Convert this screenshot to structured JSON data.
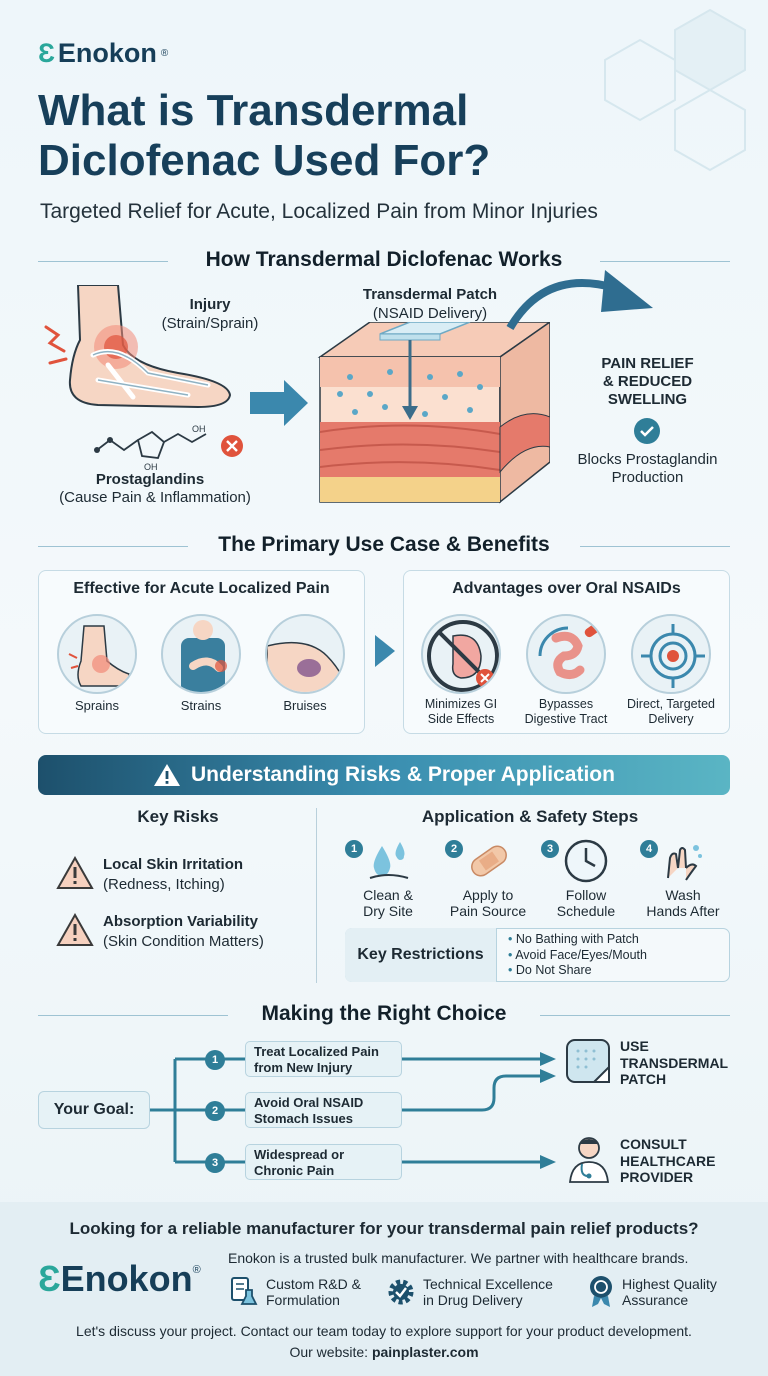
{
  "brand": {
    "name": "Enokon",
    "mark": "®"
  },
  "title": "What is Transdermal Diclofenac Used For?",
  "subtitle": "Targeted Relief for Acute, Localized Pain from Minor Injuries",
  "how": {
    "title": "How Transdermal Diclofenac Works",
    "injury": "Injury",
    "injury_sub": "(Strain/Sprain)",
    "prost": "Prostaglandins",
    "prost_sub": "(Cause Pain & Inflammation)",
    "patch": "Transdermal Patch",
    "patch_sub": "(NSAID Delivery)",
    "relief1": "PAIN RELIEF",
    "relief2": "& REDUCED",
    "relief3": "SWELLING",
    "blocks1": "Blocks Prostaglandin",
    "blocks2": "Production"
  },
  "use": {
    "title": "The Primary Use Case & Benefits",
    "left_title": "Effective for Acute Localized Pain",
    "left_items": [
      "Sprains",
      "Strains",
      "Bruises"
    ],
    "right_title": "Advantages over Oral NSAIDs",
    "right_items": [
      [
        "Minimizes GI",
        "Side Effects"
      ],
      [
        "Bypasses",
        "Digestive Tract"
      ],
      [
        "Direct, Targeted",
        "Delivery"
      ]
    ]
  },
  "risks": {
    "banner": "Understanding Risks & Proper Application",
    "key_title": "Key Risks",
    "items": [
      {
        "title": "Local Skin Irritation",
        "sub": "(Redness, Itching)"
      },
      {
        "title": "Absorption Variability",
        "sub": "(Skin Condition Matters)"
      }
    ],
    "steps_title": "Application & Safety Steps",
    "steps": [
      {
        "n": "1",
        "l1": "Clean &",
        "l2": "Dry Site"
      },
      {
        "n": "2",
        "l1": "Apply to",
        "l2": "Pain Source"
      },
      {
        "n": "3",
        "l1": "Follow",
        "l2": "Schedule"
      },
      {
        "n": "4",
        "l1": "Wash",
        "l2": "Hands After"
      }
    ],
    "restr_title": "Key Restrictions",
    "restr": [
      "No Bathing with Patch",
      "Avoid Face/Eyes/Mouth",
      "Do Not Share"
    ]
  },
  "choice": {
    "title": "Making the Right Choice",
    "goal": "Your Goal:",
    "options": [
      {
        "n": "1",
        "l1": "Treat Localized Pain",
        "l2": "from New Injury"
      },
      {
        "n": "2",
        "l1": "Avoid Oral NSAID",
        "l2": "Stomach Issues"
      },
      {
        "n": "3",
        "l1": "Widespread or",
        "l2": "Chronic Pain"
      }
    ],
    "use1": "USE",
    "use2": "TRANSDERMAL",
    "use3": "PATCH",
    "consult1": "CONSULT",
    "consult2": "HEALTHCARE",
    "consult3": "PROVIDER"
  },
  "footer": {
    "headline": "Looking for a reliable manufacturer for your transdermal pain relief products?",
    "tagline": "Enokon is a trusted bulk manufacturer. We partner with healthcare brands.",
    "features": [
      [
        "Custom R&D &",
        "Formulation"
      ],
      [
        "Technical Excellence",
        "in Drug Delivery"
      ],
      [
        "Highest Quality",
        "Assurance"
      ]
    ],
    "cta": "Let's discuss your project. Contact our team today to explore support for your product development.",
    "website_label": "Our website:",
    "website": "painplaster.com"
  },
  "colors": {
    "navy": "#173f5a",
    "teal": "#2aa79b",
    "accent": "#2f7e98",
    "warn": "#e0533c"
  }
}
